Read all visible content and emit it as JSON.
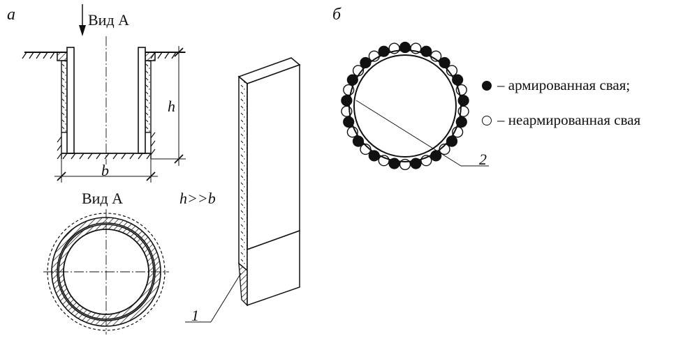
{
  "labels": {
    "panel_a": "а",
    "panel_b": "б",
    "view_a_top": "Вид А",
    "view_a_bottom": "Вид А",
    "dim_h": "h",
    "dim_b": "b",
    "ratio": "h>>b",
    "callout_1": "1",
    "callout_2": "2"
  },
  "legend": [
    {
      "symbol": "filled-circle",
      "text": "– армированная свая;"
    },
    {
      "symbol": "open-circle",
      "text": "– неармированная свая"
    }
  ],
  "colors": {
    "ink": "#111111",
    "background": "#ffffff"
  }
}
